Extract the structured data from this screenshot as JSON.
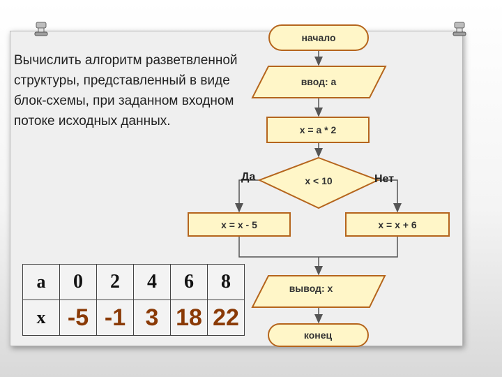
{
  "task_text": "Вычислить алгоритм разветвленной структуры, представленный в виде блок-схемы, при заданном входном потоке исходных данных.",
  "flowchart": {
    "start": "начало",
    "input": "ввод: а",
    "assign": "x = a * 2",
    "condition": "x < 10",
    "yes_label": "Да",
    "no_label": "Нет",
    "branch_yes": "x = x - 5",
    "branch_no": "x = x + 6",
    "output": "вывод: x",
    "end": "конец"
  },
  "table": {
    "row_a_label": "a",
    "row_x_label": "x",
    "a_values": [
      "0",
      "2",
      "4",
      "6",
      "8"
    ],
    "x_values": [
      "-5",
      "-1",
      "3",
      "18",
      "22"
    ]
  },
  "colors": {
    "block_fill": "#fff6c8",
    "block_stroke": "#b5651d",
    "result_text": "#8a3a06"
  }
}
